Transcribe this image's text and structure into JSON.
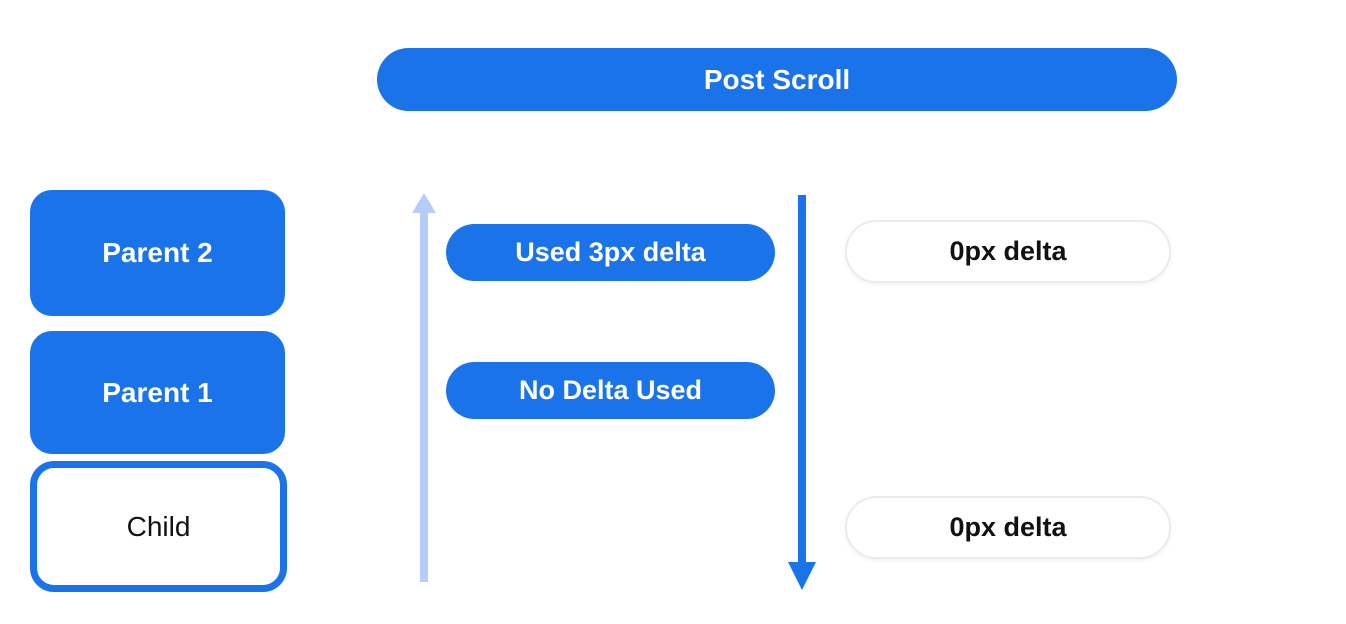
{
  "colors": {
    "primary_blue": "#1a73e8",
    "light_blue": "#b6cdf8",
    "white_pill_border": "#ebebeb",
    "text_on_blue": "#ffffff",
    "text_dark": "#111111",
    "background": "#ffffff"
  },
  "banner": {
    "label": "Post Scroll"
  },
  "scroll_stack": {
    "parent2_label": "Parent 2",
    "parent1_label": "Parent 1",
    "child_label": "Child"
  },
  "deltas": {
    "used_delta_label": "Used 3px delta",
    "no_delta_label": "No Delta Used",
    "zero_delta_top_label": "0px delta",
    "zero_delta_bottom_label": "0px delta"
  },
  "icons": {
    "up_arrow": "light-blue-arrow-up",
    "down_arrow": "blue-arrow-down"
  }
}
